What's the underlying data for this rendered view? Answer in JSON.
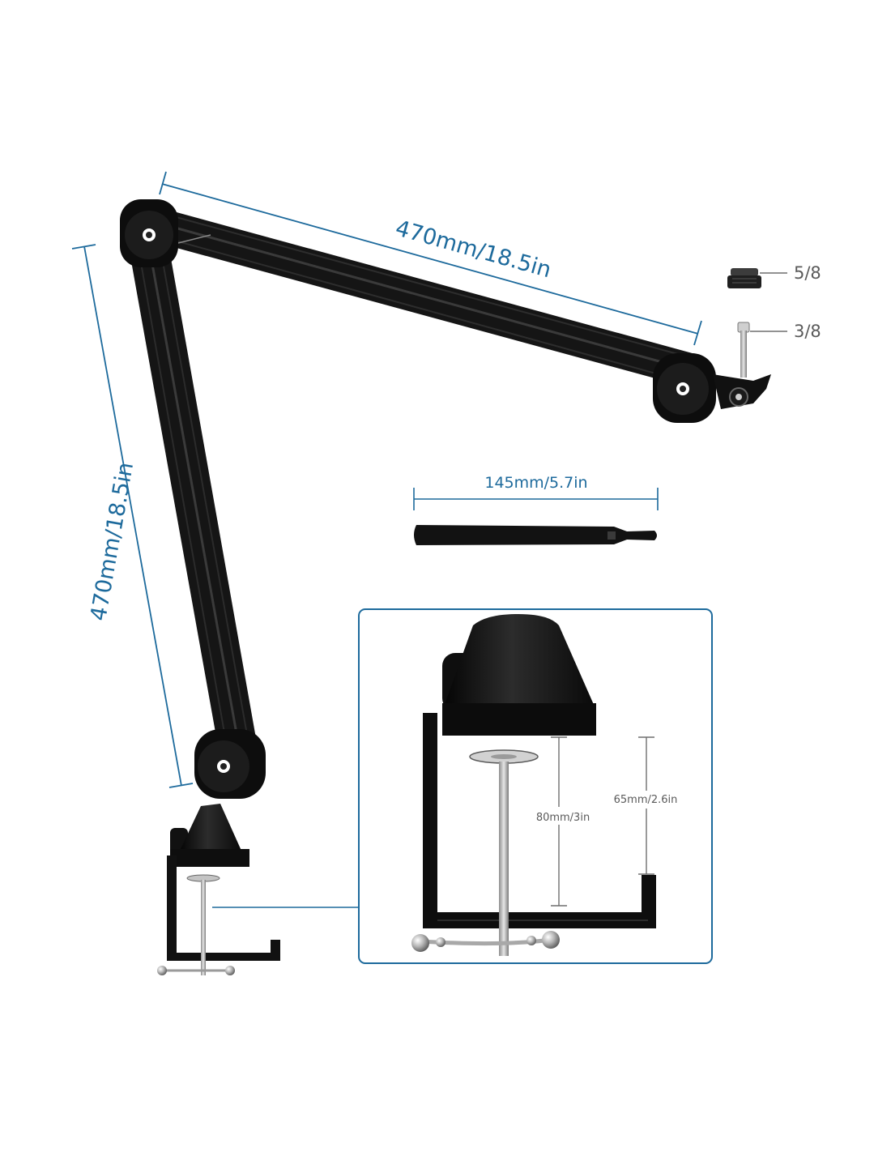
{
  "dimensions": {
    "upper_arm": "470mm/18.5in",
    "lower_arm": "470mm/18.5in",
    "strap": "145mm/5.7in",
    "clamp_height": "80mm/3in",
    "clamp_opening": "65mm/2.6in"
  },
  "thread_adapters": {
    "large": "5/8",
    "small": "3/8"
  },
  "colors": {
    "dimension_blue": "#1d6a9c",
    "metal_black": "#111111",
    "steel": "#b8b8b8"
  }
}
